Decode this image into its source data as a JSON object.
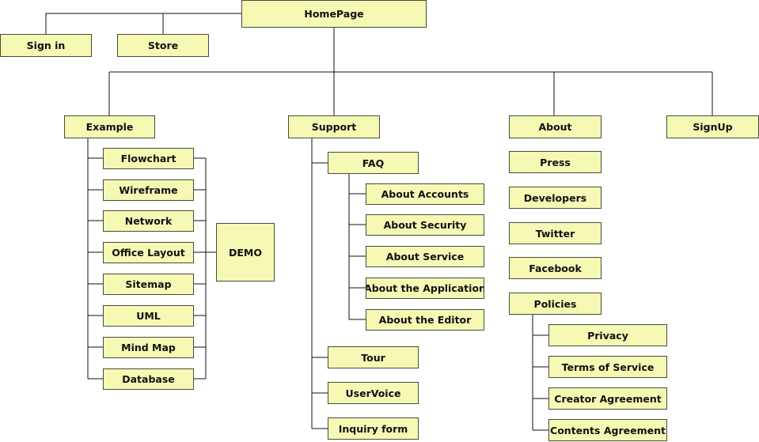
{
  "diagram": {
    "nodes": {
      "homepage": "HomePage",
      "signin": "Sign in",
      "store": "Store",
      "example": "Example",
      "support": "Support",
      "about": "About",
      "signup": "SignUp",
      "flowchart": "Flowchart",
      "wireframe": "Wireframe",
      "network": "Network",
      "office_layout": "Office Layout",
      "sitemap": "Sitemap",
      "uml": "UML",
      "mind_map": "Mind Map",
      "database": "Database",
      "demo": "DEMO",
      "faq": "FAQ",
      "about_accounts": "About Accounts",
      "about_security": "About Security",
      "about_service": "About Service",
      "about_application": "About the Application",
      "about_editor": "About the Editor",
      "tour": "Tour",
      "uservoice": "UserVoice",
      "inquiry_form": "Inquiry form",
      "press": "Press",
      "developers": "Developers",
      "twitter": "Twitter",
      "facebook": "Facebook",
      "policies": "Policies",
      "privacy": "Privacy",
      "terms_of_service": "Terms of Service",
      "creator_agreement": "Creator Agreement",
      "contents_agreement": "Contents Agreement"
    },
    "colors": {
      "box_fill": "#f5f9b4",
      "box_border": "#4a4a3a",
      "line": "#111111"
    }
  }
}
